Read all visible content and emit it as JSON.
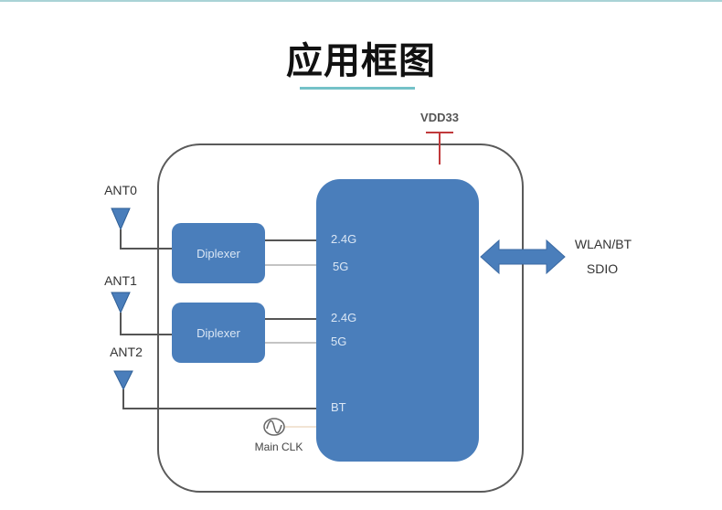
{
  "page": {
    "title": "应用框图",
    "accent_color": "#74c2c8"
  },
  "diagram": {
    "power": {
      "label": "VDD33",
      "color": "#c0393b"
    },
    "antennas": [
      {
        "label": "ANT0"
      },
      {
        "label": "ANT1"
      },
      {
        "label": "ANT2"
      }
    ],
    "diplexers": [
      {
        "label": "Diplexer"
      },
      {
        "label": "Diplexer"
      }
    ],
    "chip": {
      "color": "#4a7ebb",
      "ports": [
        "2.4G",
        "5G",
        "2.4G",
        "5G",
        "BT"
      ]
    },
    "clock": {
      "label": "Main CLK",
      "icon": "sine-wave-icon"
    },
    "interface": {
      "arrow_icon": "double-arrow-icon",
      "lines": [
        "WLAN/BT",
        "SDIO"
      ]
    }
  }
}
